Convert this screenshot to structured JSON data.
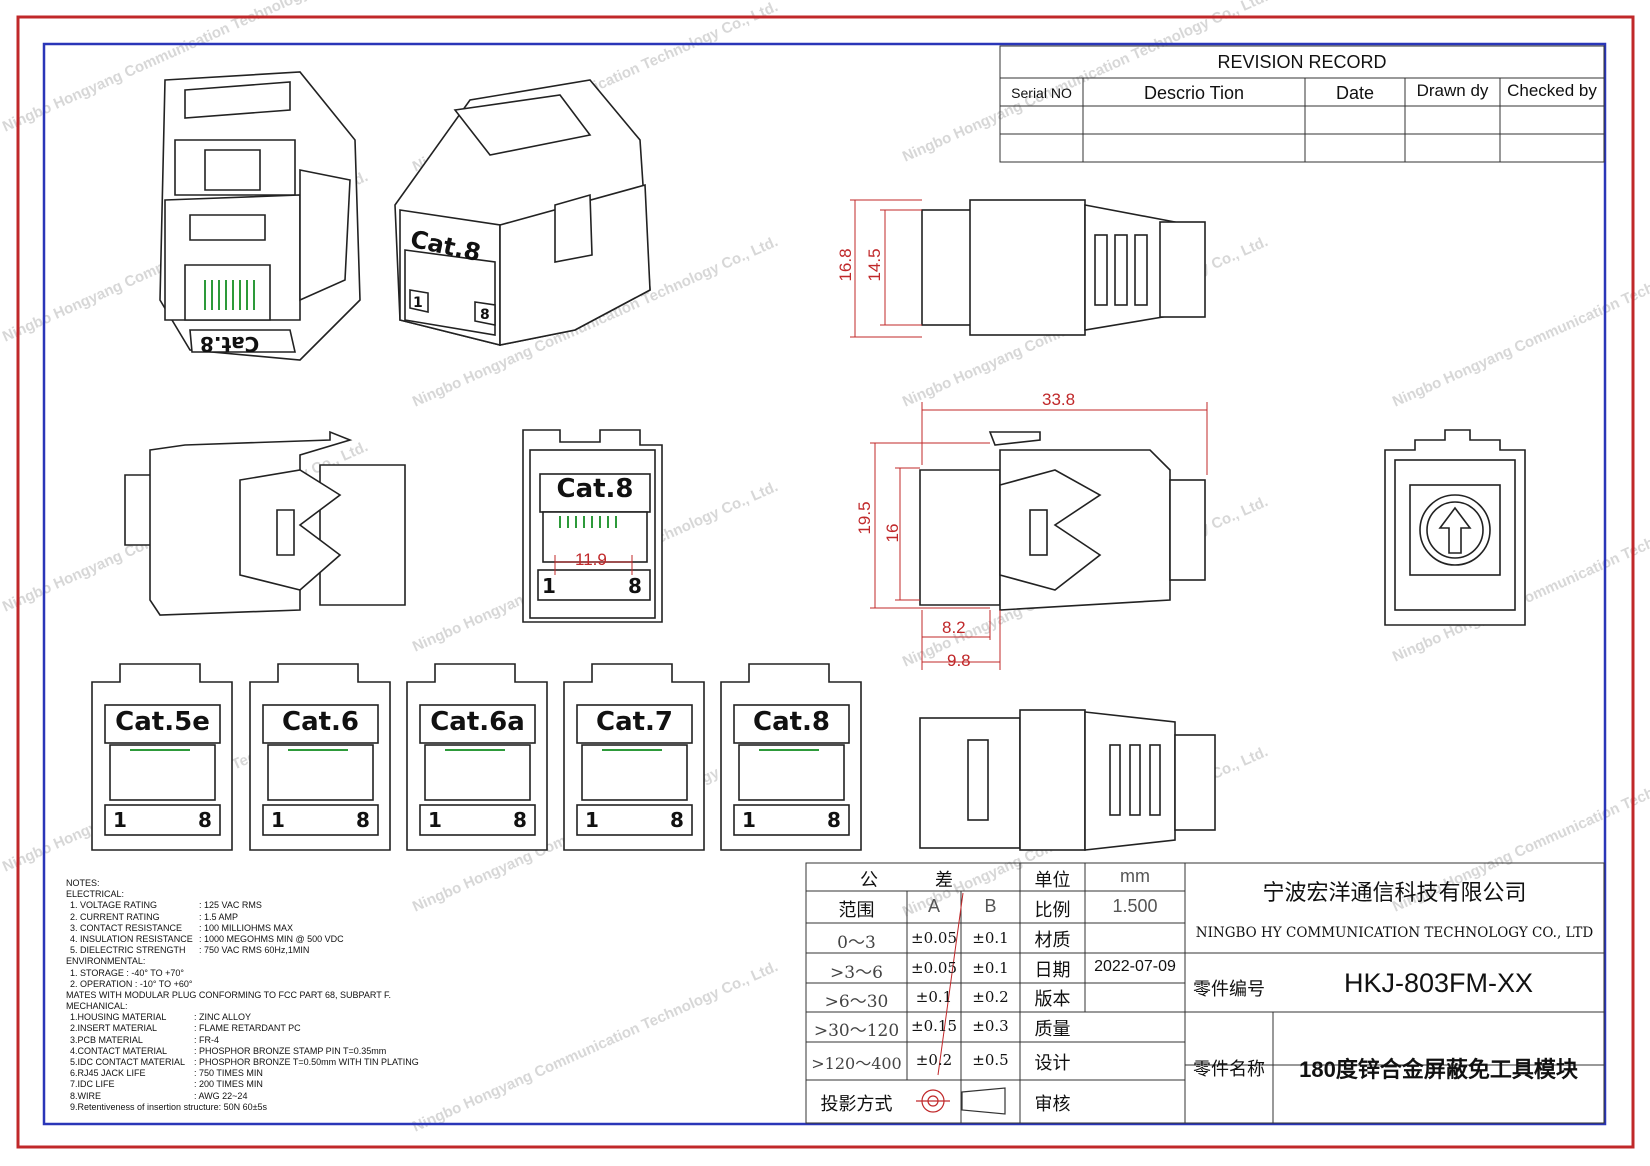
{
  "revision": {
    "title": "REVISION RECORD",
    "headers": [
      "Serial NO",
      "Descrio Tion",
      "Date",
      "Drawn dy",
      "Checked by"
    ]
  },
  "dims": {
    "h1": "16.8",
    "h2": "14.5",
    "w1": "33.8",
    "h3": "19.5",
    "h4": "16",
    "w2": "8.2",
    "w3": "9.8",
    "w4": "11.9"
  },
  "jacks": {
    "front_label": "Cat.8",
    "iso_label_a": "Cat.8",
    "iso_label_b": "Cat.8",
    "row": [
      "Cat.5e",
      "Cat.6",
      "Cat.6a",
      "Cat.7",
      "Cat.8"
    ],
    "pin_left": "1",
    "pin_right": "8"
  },
  "notes": {
    "title": "NOTES:",
    "lines": [
      {
        "k": "ELECTRICAL:",
        "v": ""
      },
      {
        "k": "1. VOLTAGE RATING",
        "v": ": 125 VAC RMS"
      },
      {
        "k": "2. CURRENT RATING",
        "v": ": 1.5 AMP"
      },
      {
        "k": "3. CONTACT RESISTANCE",
        "v": ": 100 MILLIOHMS MAX"
      },
      {
        "k": "4. INSULATION RESISTANCE",
        "v": ": 1000 MEGOHMS MIN @ 500 VDC"
      },
      {
        "k": "5. DIELECTRIC STRENGTH",
        "v": ": 750 VAC RMS 60Hz,1MIN"
      },
      {
        "k": "ENVIRONMENTAL:",
        "v": ""
      },
      {
        "k": "1. STORAGE    : -40° TO +70°",
        "v": ""
      },
      {
        "k": "2. OPERATION  : -10° TO +60°",
        "v": ""
      },
      {
        "k": "MATES WITH MODULAR PLUG CONFORMING TO FCC PART 68, SUBPART F.",
        "v": ""
      },
      {
        "k": "MECHANICAL:",
        "v": ""
      },
      {
        "k": "1.HOUSING MATERIAL",
        "v": ": ZINC ALLOY"
      },
      {
        "k": "2.INSERT MATERIAL",
        "v": ": FLAME RETARDANT PC"
      },
      {
        "k": "3.PCB MATERIAL",
        "v": ": FR-4"
      },
      {
        "k": "4.CONTACT MATERIAL",
        "v": ": PHOSPHOR BRONZE STAMP PIN T=0.35mm"
      },
      {
        "k": "5.IDC CONTACT MATERIAL",
        "v": ": PHOSPHOR BRONZE T=0.50mm WITH TIN PLATING"
      },
      {
        "k": "6.RJ45 JACK LIFE",
        "v": ": 750 TIMES MIN"
      },
      {
        "k": "7.IDC LIFE",
        "v": ": 200 TIMES MIN"
      },
      {
        "k": "8.WIRE",
        "v": ": AWG 22~24"
      },
      {
        "k": "9.Retentiveness of insertion structure: 50N 60±5s",
        "v": ""
      }
    ]
  },
  "title_block": {
    "tol_h1": "公",
    "tol_h2": "差",
    "unit_label": "单位",
    "unit_value": "mm",
    "range": "范围",
    "col_a": "A",
    "col_b": "B",
    "scale_label": "比例",
    "scale_value": "1.500",
    "material_label": "材质",
    "date_label": "日期",
    "date_value": "2022-07-09",
    "version_label": "版本",
    "quality_label": "质量",
    "design_label": "设计",
    "projection_label": "投影方式",
    "review_label": "审核",
    "tol_rows": [
      {
        "range": "0～3",
        "a": "±0.05",
        "b": "±0.1"
      },
      {
        "range": ">3～6",
        "a": "±0.05",
        "b": "±0.1"
      },
      {
        "range": ">6～30",
        "a": "±0.1",
        "b": "±0.2"
      },
      {
        "range": ">30～120",
        "a": "±0.15",
        "b": "±0.3"
      },
      {
        "range": ">120～400",
        "a": "±0.2",
        "b": "±0.5"
      }
    ],
    "company_cn": "宁波宏洋通信科技有限公司",
    "company_en": "NINGBO HY COMMUNICATION TECHNOLOGY CO., LTD",
    "part_no_label": "零件编号",
    "part_no": "HKJ-803FM-XX",
    "part_name_label": "零件名称",
    "part_name": "180度锌合金屏蔽免工具模块"
  },
  "watermark": "Ningbo Hongyang Communication Technology Co., Ltd."
}
